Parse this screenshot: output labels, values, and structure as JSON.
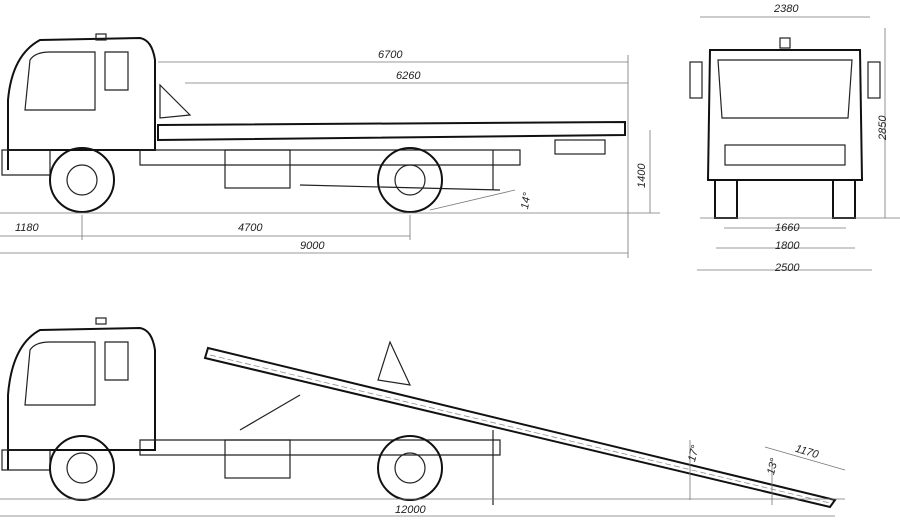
{
  "drawing": {
    "top_view": {
      "dimensions": {
        "deck_length": "6700",
        "deck_inner_length": "6260",
        "front_overhang": "1180",
        "wheelbase": "4700",
        "overall_length": "9000",
        "deck_height": "1400",
        "approach_angle": "14°"
      }
    },
    "front_view": {
      "dimensions": {
        "cab_width": "2380",
        "overall_height": "2850",
        "track_width": "1660",
        "axle_width": "1800",
        "overall_width": "2500"
      }
    },
    "tilted_view": {
      "dimensions": {
        "overall_length": "12000",
        "deck_tilt_angle": "17°",
        "ramp_angle": "13°",
        "ramp_length": "1170"
      }
    }
  }
}
